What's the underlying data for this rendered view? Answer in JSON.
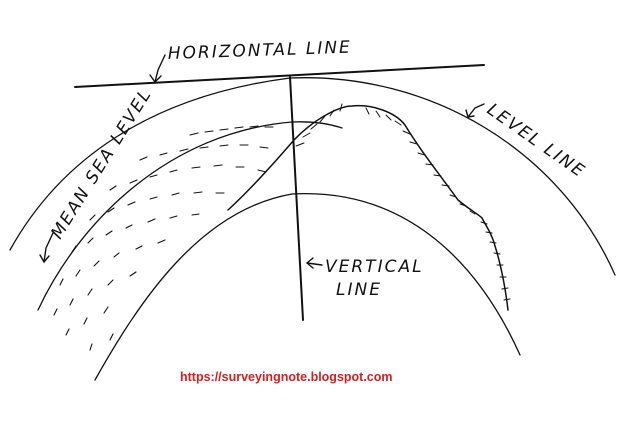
{
  "labels": {
    "horizontal_line": "HORIZONTAL LINE",
    "level_line": "LEVEL LINE",
    "mean_sea_level": "MEAN SEA LEVEL",
    "vertical_line_1": "VERTICAL",
    "vertical_line_2": "LINE"
  },
  "watermark": {
    "url": "https://surveyingnote.blogspot.com",
    "color": "#d21f1f"
  },
  "ink_color": "#111111"
}
